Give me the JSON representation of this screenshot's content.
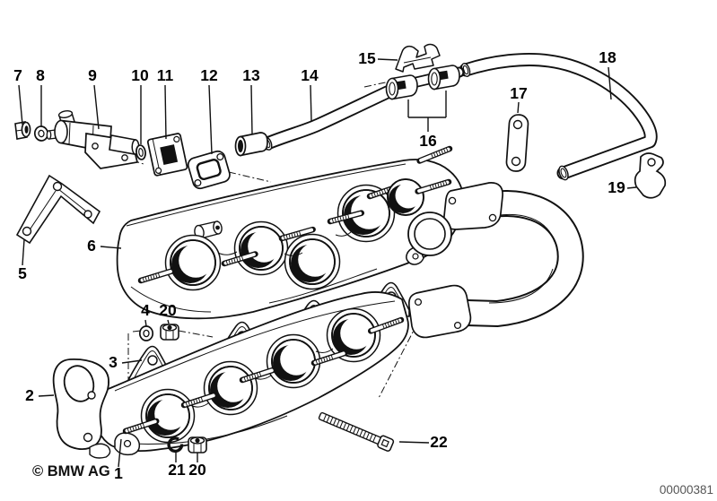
{
  "diagram": {
    "copyright": "© BMW AG",
    "diagram_number": "00000381"
  },
  "colors": {
    "line": "#111111",
    "background": "#ffffff",
    "label": "#000000",
    "diagram_number_gray": "#555555"
  },
  "callouts": [
    {
      "label": "7"
    },
    {
      "label": "8"
    },
    {
      "label": "9"
    },
    {
      "label": "10"
    },
    {
      "label": "11"
    },
    {
      "label": "12"
    },
    {
      "label": "13"
    },
    {
      "label": "14"
    },
    {
      "label": "15"
    },
    {
      "label": "16"
    },
    {
      "label": "17"
    },
    {
      "label": "18"
    },
    {
      "label": "19"
    },
    {
      "label": "6"
    },
    {
      "label": "5"
    },
    {
      "label": "4"
    },
    {
      "label": "20"
    },
    {
      "label": "3"
    },
    {
      "label": "2"
    },
    {
      "label": "1"
    },
    {
      "label": "21"
    },
    {
      "label": "20"
    },
    {
      "label": "22"
    }
  ]
}
